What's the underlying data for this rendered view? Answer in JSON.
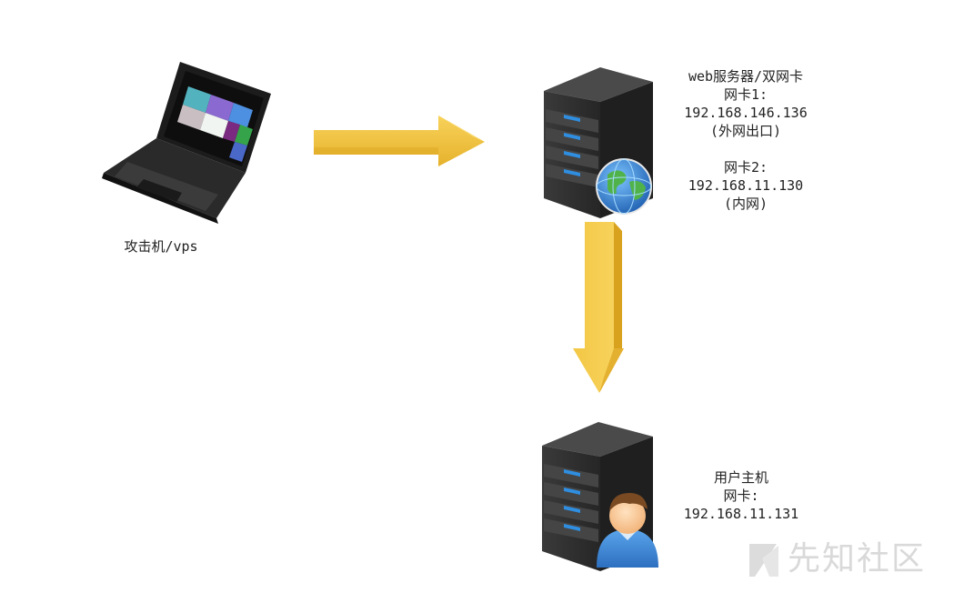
{
  "nodes": {
    "attacker": {
      "label": "攻击机/vps"
    },
    "web_server": {
      "title": "web服务器/双网卡",
      "nic1_label": "网卡1:",
      "nic1_ip": "192.168.146.136",
      "nic1_note": "(外网出口)",
      "nic2_label": "网卡2:",
      "nic2_ip": "192.168.11.130",
      "nic2_note": "(内网)"
    },
    "user_host": {
      "title": "用户主机",
      "nic_label": "网卡:",
      "nic_ip": "192.168.11.131"
    }
  },
  "watermark": {
    "text": "先知社区"
  },
  "colors": {
    "arrow": "#f0c03c",
    "arrow_shade": "#d9a520",
    "server_body": "#2f2f2f",
    "server_led": "#2f8ee0",
    "globe": "#2b7fd4",
    "user_shirt": "#3a86d6"
  },
  "icons": [
    "laptop-icon",
    "server-icon",
    "globe-icon",
    "user-icon"
  ]
}
